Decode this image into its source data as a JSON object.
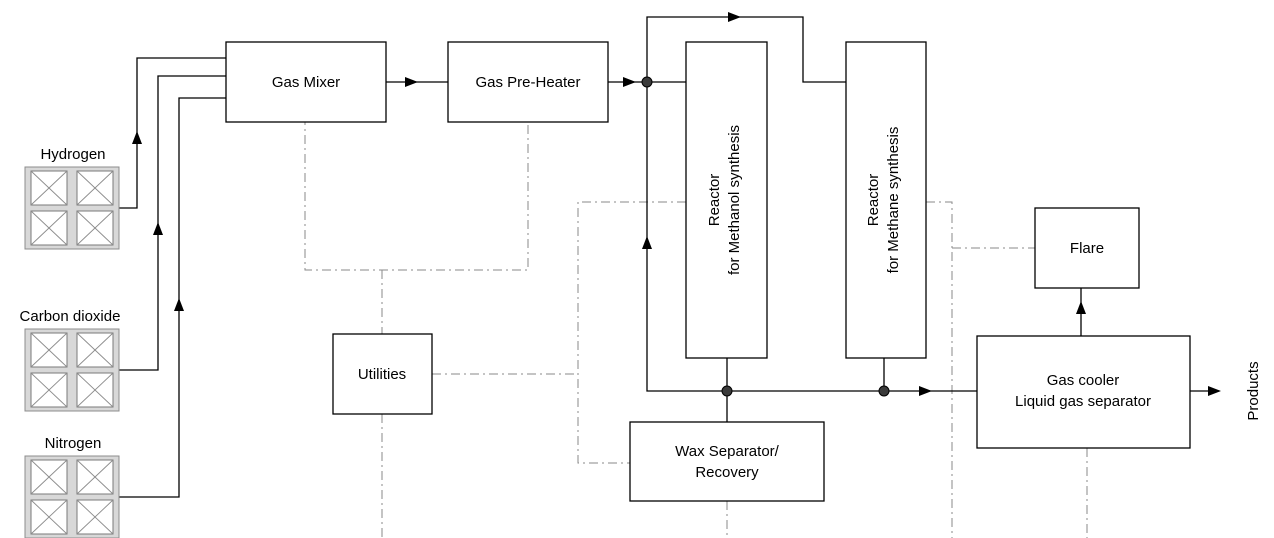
{
  "sources": [
    {
      "id": "hydrogen",
      "label": "Hydrogen"
    },
    {
      "id": "carbon-dioxide",
      "label": "Carbon dioxide"
    },
    {
      "id": "nitrogen",
      "label": "Nitrogen"
    }
  ],
  "units": {
    "gas_mixer": "Gas Mixer",
    "gas_preheater": "Gas Pre-Heater",
    "methanol_reactor": {
      "line1": "Reactor",
      "line2": "for Methanol synthesis"
    },
    "methane_reactor": {
      "line1": "Reactor",
      "line2": "for Methane synthesis"
    },
    "flare": "Flare",
    "gas_cooler": {
      "line1": "Gas cooler",
      "line2": "Liquid gas separator"
    },
    "utilities": "Utilities",
    "wax_separator": {
      "line1": "Wax Separator/",
      "line2": "Recovery"
    }
  },
  "output": {
    "label": "Products"
  },
  "colors": {
    "flow": "#000000",
    "utility_line": "#8a8a8a",
    "cylinder_frame": "#d8d8d8",
    "junction": "#3a3a3a"
  }
}
